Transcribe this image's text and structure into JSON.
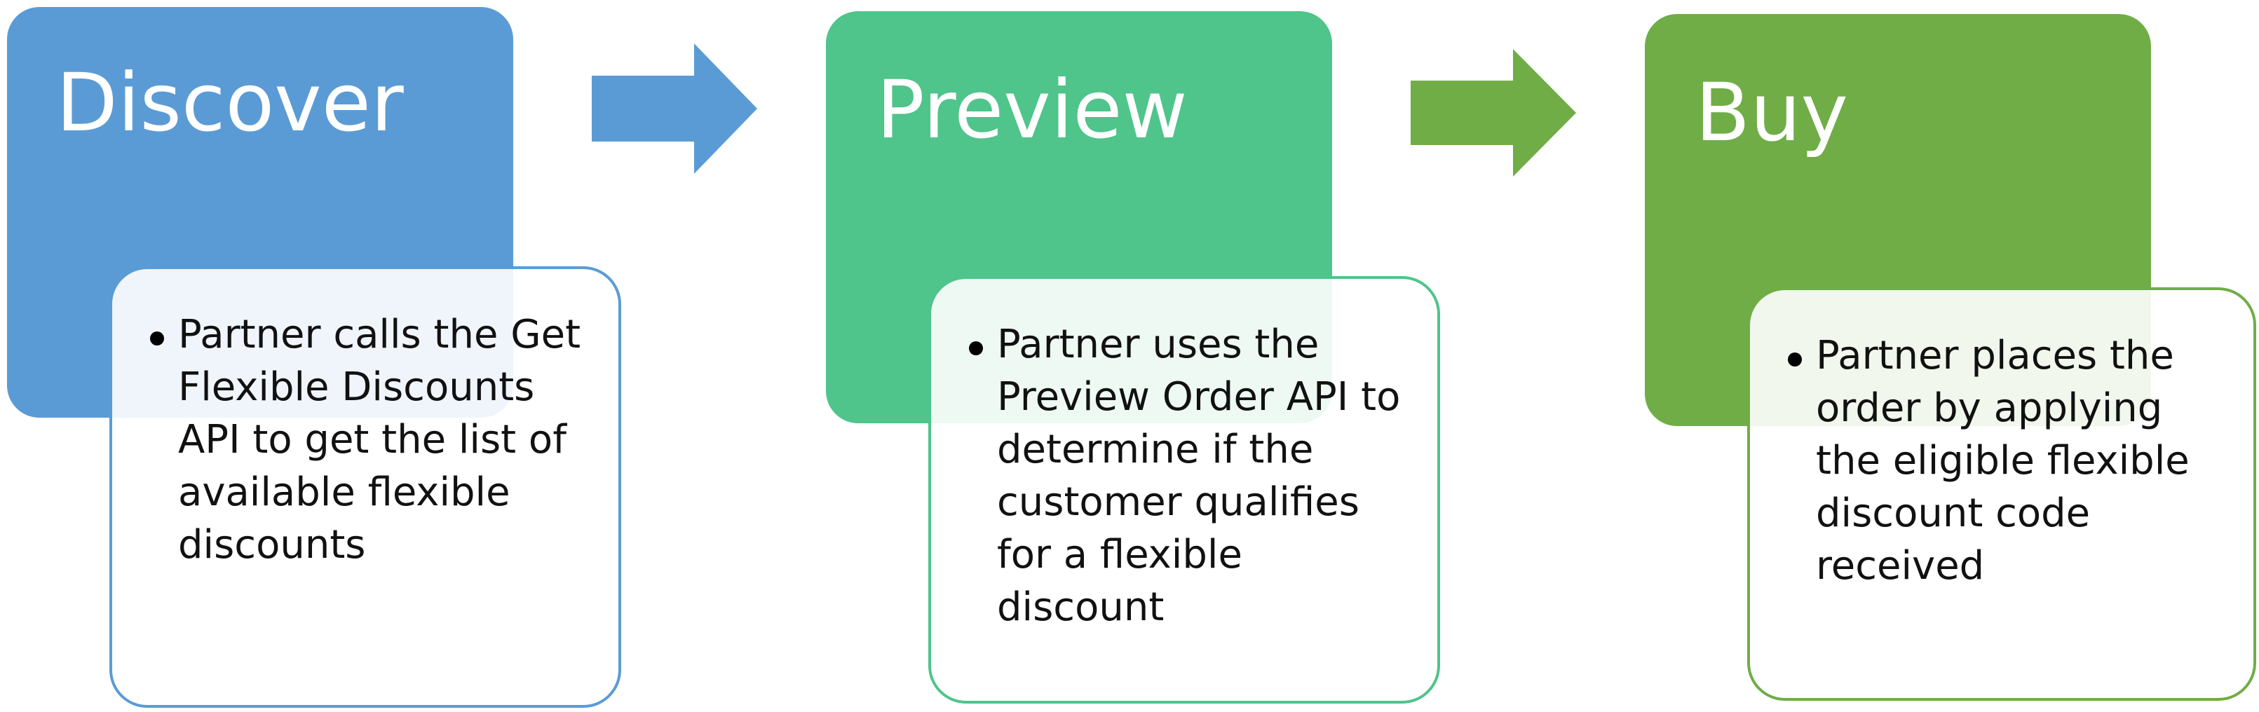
{
  "steps": [
    {
      "title": "Discover",
      "description": "Partner calls the Get Flexible Discounts API to get the list of available flexible discounts",
      "color": "#5b9bd5"
    },
    {
      "title": "Preview",
      "description": "Partner uses the Preview Order API to determine if the customer qualifies for a flexible discount",
      "color": "#4fc48b"
    },
    {
      "title": "Buy",
      "description": "Partner places the order by applying the eligible flexible discount code received",
      "color": "#70ad47"
    }
  ],
  "arrows": [
    {
      "color": "#5b9bd5"
    },
    {
      "color": "#70ad47"
    }
  ]
}
